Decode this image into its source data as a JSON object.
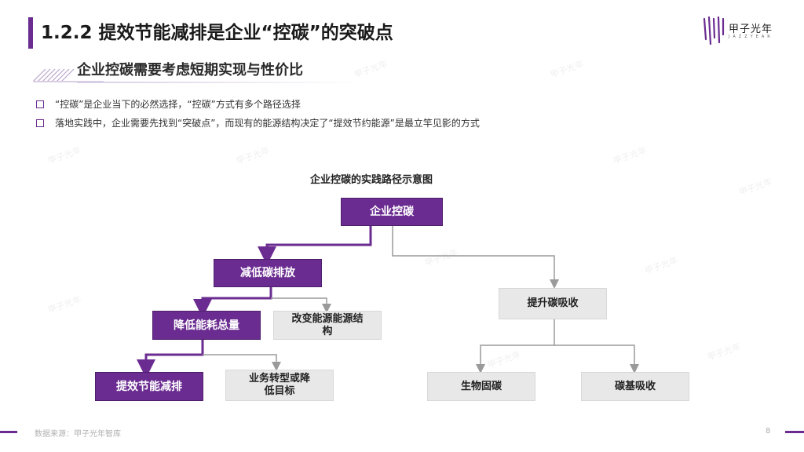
{
  "header": {
    "title": "1.2.2 提效节能减排是企业“控碳”的突破点",
    "logo_text": "甲子光年",
    "logo_sub": "JAZZYEAR"
  },
  "subtitle": "企业控碳需要考虑短期实现与性价比",
  "bullets": [
    "“控碳”是企业当下的必然选择，“控碳”方式有多个路径选择",
    "落地实践中，企业需要先找到“突破点”，而现有的能源结构决定了“提效节约能源”是最立竿见影的方式"
  ],
  "diagram": {
    "title": "企业控碳的实践路径示意图",
    "nodes": {
      "root": "企业控碳",
      "reduce_emission": "减低碳排放",
      "reduce_energy": "降低能耗总量",
      "change_energy_structure": "改变能源能源结构",
      "efficiency": "提效节能减排",
      "business_transform": "业务转型或降低目标",
      "increase_absorption": "提升碳吸收",
      "bio_sequestration": "生物固碳",
      "carbon_absorption": "碳基吸收"
    }
  },
  "footer": {
    "source": "数据来源：甲子光年智库",
    "page": "8"
  },
  "colors": {
    "accent": "#6b2c91",
    "gray_box": "#e8e8e8",
    "connector_purple": "#6b2c91",
    "connector_gray": "#9a9a9a"
  }
}
